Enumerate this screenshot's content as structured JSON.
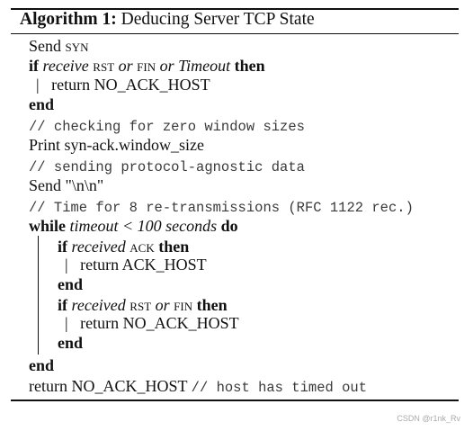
{
  "algorithm": {
    "label": "Algorithm 1:",
    "title": "Deducing Server TCP State"
  },
  "lines": {
    "l1": {
      "text": "Send ",
      "syn": "syn"
    },
    "l2": {
      "kw_if": "if",
      "receive": "receive",
      "rst": "rst",
      "or1": "or",
      "fin": "fin",
      "or2": "or",
      "timeout": "Timeout",
      "kw_then": "then"
    },
    "l3": {
      "bar": "|",
      "text": "return NO_ACK_HOST"
    },
    "l4": {
      "kw_end": "end"
    },
    "l5": {
      "comment": "// checking for zero window sizes"
    },
    "l6": {
      "text": "Print syn-ack.window_size"
    },
    "l7": {
      "comment": "// sending protocol-agnostic data"
    },
    "l8": {
      "text": "Send \"\\n\\n\""
    },
    "l9": {
      "comment": "// Time for 8 re-transmissions (RFC 1122 rec.)"
    },
    "l10": {
      "kw_while": "while",
      "cond": "timeout < 100 seconds",
      "kw_do": "do"
    },
    "l11": {
      "kw_if": "if",
      "received": "received",
      "ack": "ack",
      "kw_then": "then"
    },
    "l12": {
      "bar": "|",
      "text": "return ACK_HOST"
    },
    "l13": {
      "kw_end": "end"
    },
    "l14": {
      "kw_if": "if",
      "received": "received",
      "rst": "rst",
      "or": "or",
      "fin": "fin",
      "kw_then": "then"
    },
    "l15": {
      "bar": "|",
      "text": "return NO_ACK_HOST"
    },
    "l16": {
      "kw_end": "end"
    },
    "l17": {
      "kw_end": "end"
    },
    "l18": {
      "text": "return NO_ACK_HOST ",
      "comment": "// host has timed out"
    }
  },
  "watermark": "CSDN @r1nk_Rv"
}
